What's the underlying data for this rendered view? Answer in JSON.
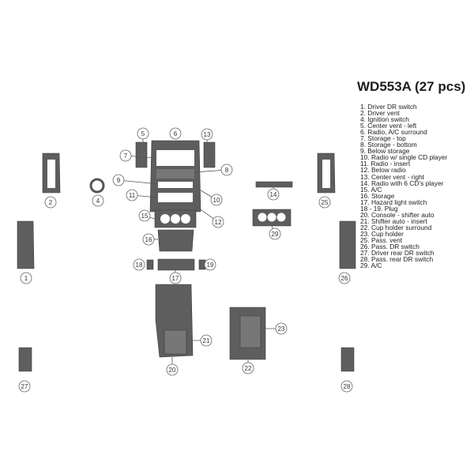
{
  "kit": {
    "title": "WD553A (27 pcs)"
  },
  "legend": [
    "1. Driver DR switch",
    "2. Driver vent",
    "4. Ignition switch",
    "5. Center vent - left",
    "6. Radio, A/C  surround",
    "7. Storage - top",
    "8. Storage - bottom",
    "9. Below storage",
    "10. Radio w/ single CD player",
    "11. Radio - insert",
    "12. Below radio",
    "13. Center vent - right",
    "14. Radio with 6 CD's player",
    "15. A/C",
    "16. Storage",
    "17. Hazard light switch",
    "18 - 19. Plug",
    "20. Console - shifter auto",
    "21. Shifter auto  - insert",
    "22. Cup holder surround",
    "23. Cup holder",
    "25. Pass. vent",
    "26. Pass. DR switch",
    "27. Driver rear DR switch",
    "28. Pass. rear DR switch",
    "29. A/C"
  ],
  "callouts": [
    "1",
    "2",
    "4",
    "5",
    "6",
    "7",
    "8",
    "9",
    "10",
    "11",
    "12",
    "13",
    "14",
    "15",
    "16",
    "17",
    "18",
    "19",
    "20",
    "21",
    "22",
    "23",
    "25",
    "26",
    "27",
    "28",
    "29"
  ],
  "colors": {
    "trim": "#5e5e5e",
    "trim_dark": "#4a4a4a",
    "line": "#555555",
    "hole": "#ffffff"
  }
}
